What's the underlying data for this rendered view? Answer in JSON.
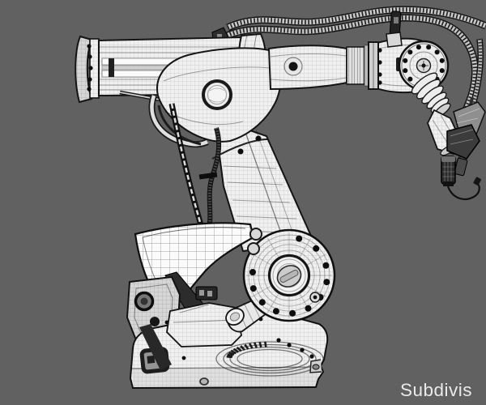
{
  "scene": {
    "type": "3d-render-preview",
    "subject": "six-axis industrial robot arm",
    "render_style": "subdivision wireframe",
    "watermark": {
      "text": "Subdivis"
    }
  },
  "colors": {
    "background": "#616161",
    "line": "#141414",
    "surface": "#f0f0f0",
    "surface_bright": "#fbfbfb",
    "surface_mid": "#d6d6d6",
    "part_dark": "#2c2c2c",
    "bolt": "#0d0d0d",
    "watermark_text": "#eaeaea"
  },
  "parts": [
    "dress-pack-hoses",
    "balancer-cylinder",
    "lower-arm-boom",
    "elbow-joint",
    "forearm-tube",
    "wrist-flange",
    "wrist-bellows",
    "end-effector-tool",
    "cable-bundle",
    "link-cover-fin",
    "left-bracket-machinery",
    "base-platform",
    "turntable-gear",
    "motor-housing",
    "shoulder-joint-disc"
  ]
}
